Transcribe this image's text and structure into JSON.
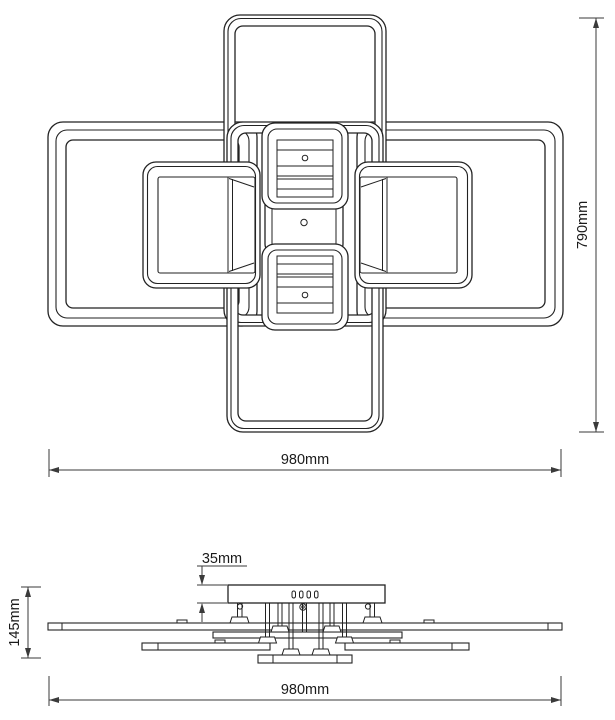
{
  "colors": {
    "background": "#ffffff",
    "line": "#222222",
    "text": "#1a1a1a"
  },
  "top_view": {
    "height_label": "790mm",
    "width_label": "980mm"
  },
  "side_view": {
    "canopy_label": "35mm",
    "height_label": "145mm",
    "width_label": "980mm"
  }
}
